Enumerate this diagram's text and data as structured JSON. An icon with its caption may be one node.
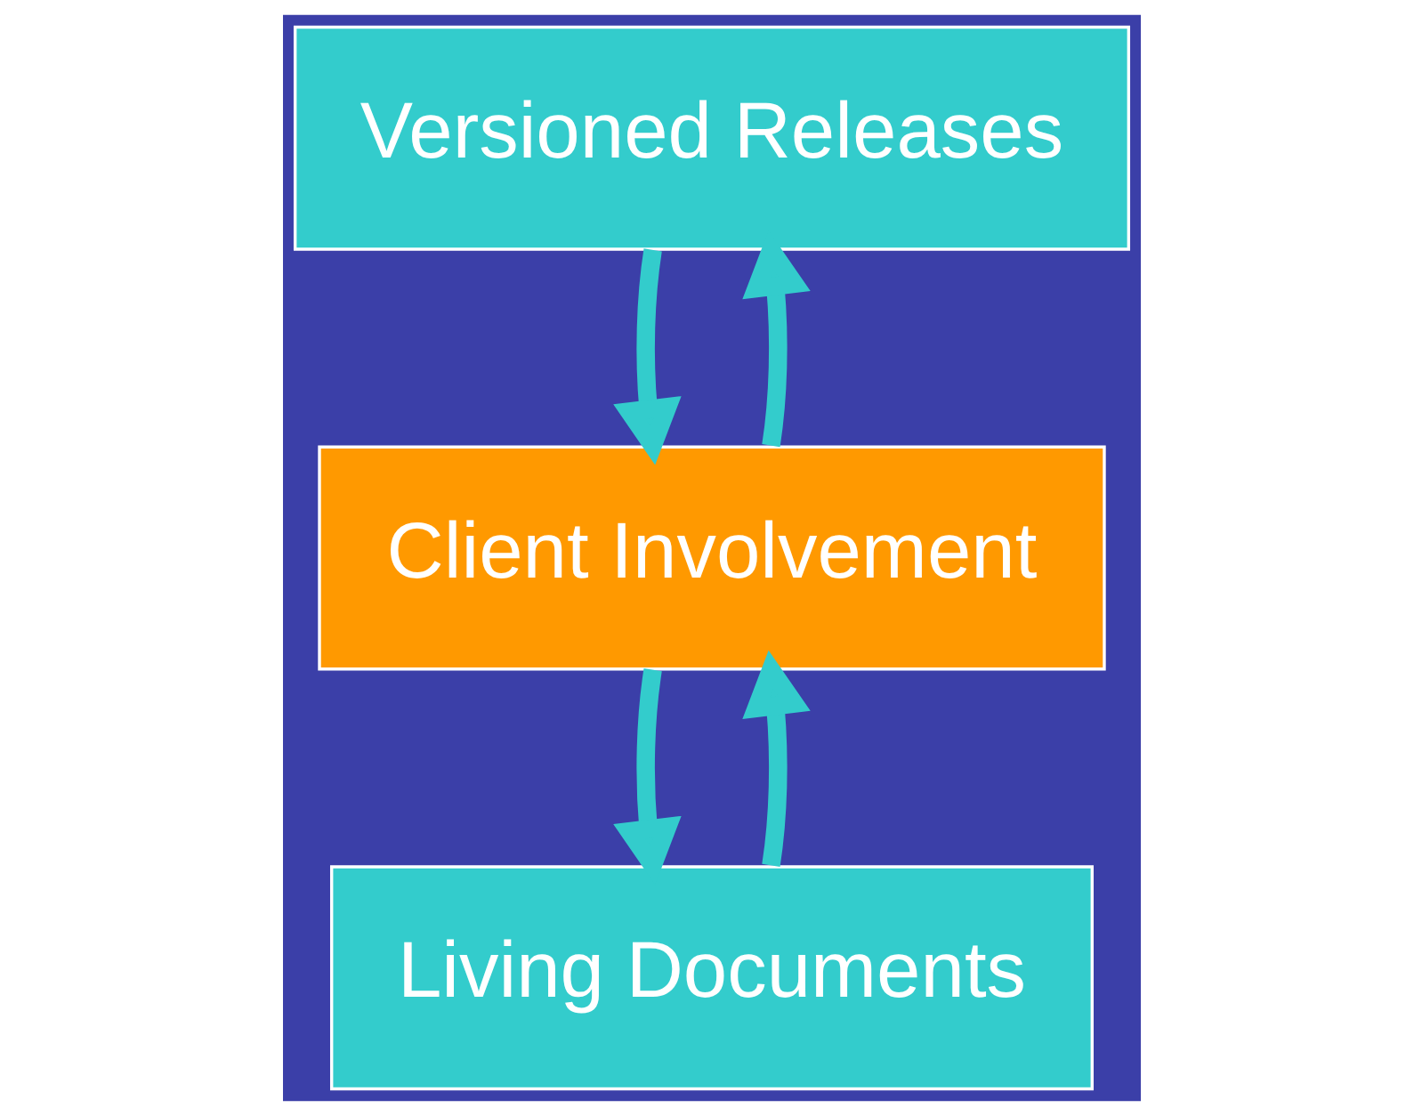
{
  "diagram": {
    "nodes": [
      {
        "text": [
          "Versioned Releases"
        ]
      },
      {
        "text": [
          "Client Involvement"
        ]
      },
      {
        "text": [
          "Living Documents"
        ]
      }
    ],
    "edges": [
      {
        "from": 1,
        "to": 0,
        "arrow": "to"
      },
      {
        "from": 0,
        "to": 1,
        "arrow": "to"
      },
      {
        "from": 1,
        "to": 2,
        "arrow": "to"
      },
      {
        "from": 2,
        "to": 1,
        "arrow": "to"
      }
    ]
  }
}
